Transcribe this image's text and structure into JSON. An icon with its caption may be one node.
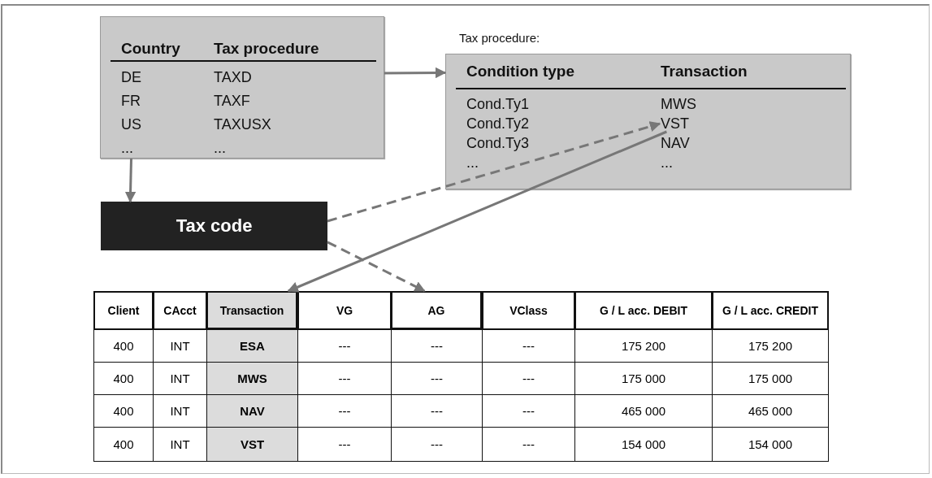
{
  "diagram": {
    "nodes": [
      {
        "text": [
          "Country",
          "Tax procedure",
          "DE",
          "TAXD",
          "FR",
          "TAXF",
          "US",
          "TAXUSX",
          "...",
          "..."
        ]
      },
      {
        "text": [
          "Condition type",
          "Transaction",
          "Cond.Ty1",
          "MWS",
          "Cond.Ty2",
          "Cond.Ty3",
          "NAV",
          "...",
          "..."
        ],
        "beside": [
          "Tax procedure:"
        ]
      },
      {
        "text": [
          "VST"
        ],
        "in": 1
      },
      {
        "text": [
          "Tax code"
        ]
      },
      {
        "text": [
          "Transaction"
        ]
      },
      {
        "text": [
          "AG"
        ]
      }
    ],
    "edges": [
      {
        "from": 0,
        "to": 1,
        "arrow": "to"
      },
      {
        "from": 0,
        "to": 3,
        "arrow": "to"
      },
      {
        "from": 3,
        "to": 2,
        "arrow": "to",
        "style": "dashed"
      },
      {
        "from": 3,
        "to": 5,
        "arrow": "to",
        "style": "dashed"
      },
      {
        "from": 2,
        "to": 4,
        "arrow": "to"
      }
    ],
    "labels": [
      "Client",
      "CAcct",
      "VG",
      "VClass",
      "G / L acc. DEBIT",
      "G / L acc. CREDIT",
      "400",
      "INT",
      "ESA",
      "---",
      "---",
      "---",
      "175 200",
      "175 200",
      "400",
      "INT",
      "MWS",
      "---",
      "---",
      "---",
      "175 000",
      "175 000",
      "400",
      "INT",
      "NAV",
      "---",
      "---",
      "---",
      "465 000",
      "465 000",
      "400",
      "INT",
      "VST",
      "---",
      "---",
      "---",
      "154 000",
      "154 000"
    ]
  }
}
